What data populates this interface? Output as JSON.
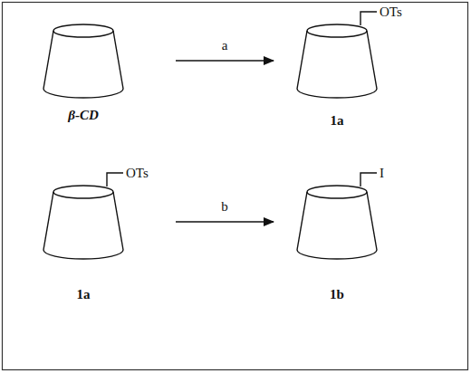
{
  "diagram": {
    "nodes": [
      {
        "text": [
          "β-CD"
        ]
      },
      {
        "text": [
          "OTs",
          "1a"
        ]
      },
      {
        "text": [
          "OTs",
          "1a"
        ]
      },
      {
        "text": [
          "I",
          "1b"
        ]
      }
    ],
    "edges": [
      {
        "from": 0,
        "to": 1,
        "label": "a",
        "arrow": "to"
      },
      {
        "from": 2,
        "to": 3,
        "label": "b",
        "arrow": "to"
      }
    ]
  }
}
